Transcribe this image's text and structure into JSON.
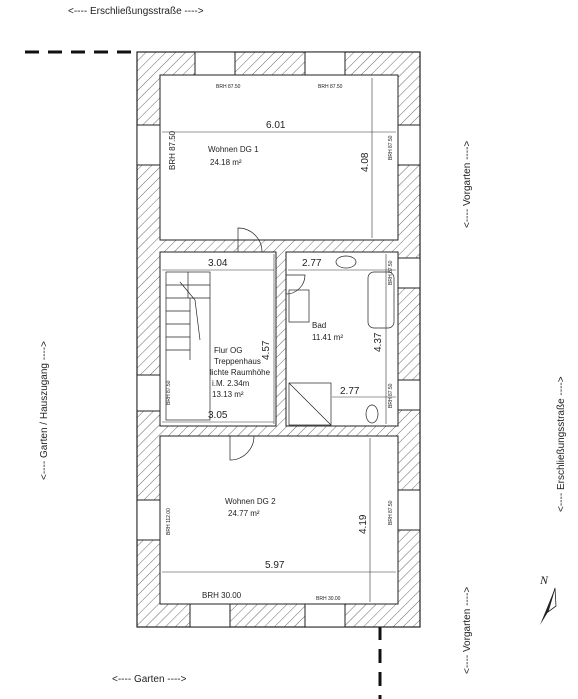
{
  "street_labels": {
    "top": "<----   Erschließungsstraße   ---->",
    "right": "<----   Erschließungsstraße   ---->",
    "left": "<----   Garten / Hauszugang   ---->",
    "bottom": "<----   Garten   ---->",
    "vorgarten_upper": "<----   Vorgarten   ---->",
    "vorgarten_lower": "<----   Vorgarten   ---->"
  },
  "compass": {
    "letter": "N"
  },
  "rooms": {
    "wohnen_dg1": {
      "name": "Wohnen DG 1",
      "area": "24.18 m²"
    },
    "wohnen_dg2": {
      "name": "Wohnen DG 2",
      "area": "24.77 m²"
    },
    "bad": {
      "name": "Bad",
      "area": "11.41 m²"
    },
    "flur": {
      "line1": "Flur OG",
      "line2": "Treppenhaus",
      "line3": "lichte Raumhöhe",
      "line4": "i.M. 2.34m",
      "area": "13.13 m²"
    }
  },
  "dimensions": {
    "dg1_width": "6.01",
    "dg1_depth": "4.08",
    "flur_width_top": "3.04",
    "flur_width_bottom": "3.05",
    "flur_depth": "4.57",
    "bad_width_top": "2.77",
    "bad_width_bottom": "2.77",
    "bad_depth": "4.37",
    "dg2_width": "5.97",
    "dg2_depth": "4.19"
  },
  "brh": {
    "top_left": "BRH 87.50",
    "top_right": "BRH 87.50",
    "dg1_left": "BRH 87.50",
    "dg1_right": "BRH 87.50",
    "bad_right_top": "BRH 87.50",
    "bad_right_bottom": "BRH 87.50",
    "flur_left": "BRH 87.50",
    "dg2_left": "BRH 112.00",
    "dg2_right": "BRH 87.50",
    "bottom_left": "BRH 30.00",
    "bottom_right": "BRH 30.00"
  }
}
